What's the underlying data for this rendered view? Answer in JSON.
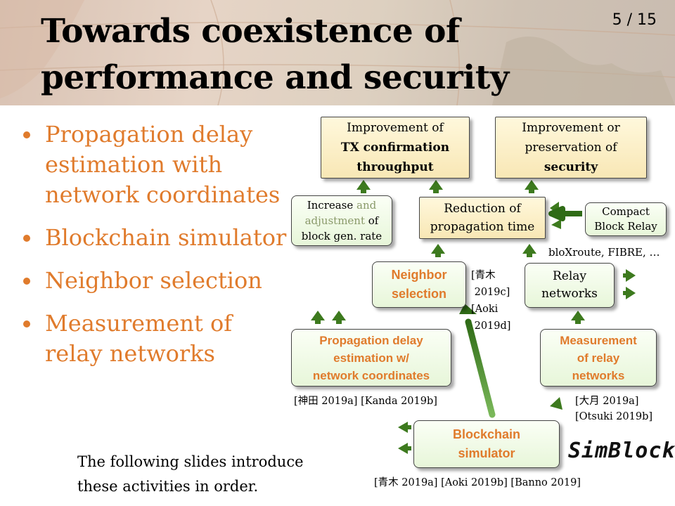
{
  "slide": {
    "title_line1": "Towards coexistence of",
    "title_line2": "performance and security",
    "page_number": "5 / 15"
  },
  "bullets": [
    "Propagation delay estimation with network coordinates",
    "Blockchain simulator",
    "Neighbor selection",
    "Measurement of relay networks"
  ],
  "note": {
    "line1": "The following slides introduce",
    "line2": "these activities in order."
  },
  "diagram": {
    "goal_tx": {
      "line1": "Improvement of",
      "line2": "TX confirmation",
      "line3": "throughput"
    },
    "goal_sec": {
      "line1": "Improvement or",
      "line2": "preservation of",
      "line3": "security"
    },
    "increase": {
      "w1": "Increase",
      "w2": "and",
      "w3": "adjustment",
      "w4": "of",
      "w5": "block gen. rate"
    },
    "reduction": {
      "line1": "Reduction of",
      "line2": "propagation time"
    },
    "compact": {
      "line1": "Compact",
      "line2": "Block Relay"
    },
    "relay_tools": "bloXroute, FIBRE, …",
    "neighbor": {
      "line1": "Neighbor",
      "line2": "selection"
    },
    "neighbor_cite": {
      "l1": "[青木",
      "l2": "2019c]",
      "l3": "[Aoki",
      "l4": "2019d]"
    },
    "relay_networks": {
      "line1": "Relay",
      "line2": "networks"
    },
    "propagation": {
      "line1": "Propagation delay",
      "line2": "estimation w/",
      "line3": "network coordinates"
    },
    "propagation_cite": "[神田 2019a] [Kanda 2019b]",
    "measurement": {
      "line1": "Measurement",
      "line2": "of relay",
      "line3": "networks"
    },
    "measurement_cite": {
      "l1": "[大月 2019a]",
      "l2": "[Otsuki 2019b]"
    },
    "simulator": {
      "line1": "Blockchain",
      "line2": "simulator"
    },
    "simulator_cite": "[青木 2019a] [Aoki 2019b] [Banno 2019]",
    "logo": "SimBlock"
  },
  "colors": {
    "accent": "#e07b2c",
    "arrow": "#3d7a1e",
    "box_green": "#eaf7dd",
    "box_yellow": "#fbeec4"
  }
}
